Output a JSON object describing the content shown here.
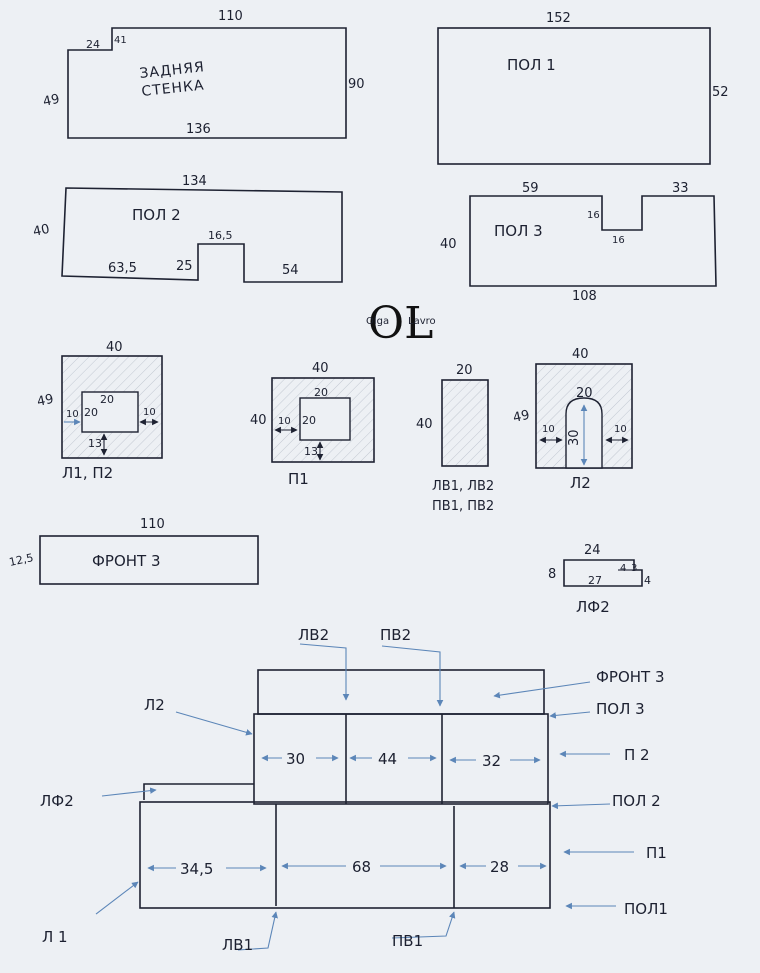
{
  "panels": {
    "back_wall": {
      "name_line1": "ЗАДНЯЯ",
      "name_line2": "СТЕНКА",
      "top": "110",
      "bottom": "136",
      "left": "49",
      "right": "90",
      "notch_w": "24",
      "notch_h": "41"
    },
    "pol1": {
      "name": "ПОЛ 1",
      "top": "152",
      "right": "52"
    },
    "pol2": {
      "name": "ПОЛ 2",
      "top": "134",
      "left": "40",
      "bottom_left": "63,5",
      "cut_h": "25",
      "cut_w": "16,5",
      "bottom_right": "54"
    },
    "pol3": {
      "name": "ПОЛ 3",
      "top_left": "59",
      "top_right": "33",
      "left": "40",
      "cut_h": "16",
      "cut_w": "16",
      "bottom": "108"
    },
    "l1p2": {
      "caption": "Л1, П2",
      "top": "40",
      "left": "49",
      "in_top": "20",
      "in_left": "20",
      "side_l": "10",
      "side_r": "10",
      "bottom": "13"
    },
    "p1": {
      "caption": "П1",
      "top": "40",
      "left": "40",
      "in_top": "20",
      "in_left": "20",
      "side_l": "10",
      "bottom": "13"
    },
    "lv": {
      "caption1": "ЛВ1, ЛВ2",
      "caption2": "ПВ1, ПВ2",
      "top": "20",
      "left": "40"
    },
    "l2": {
      "caption": "Л2",
      "top": "40",
      "left": "49",
      "arch_w": "20",
      "arch_h": "30",
      "side_l": "10",
      "side_r": "10"
    },
    "front3": {
      "name": "ФРОНТ 3",
      "top": "110",
      "left": "12,5"
    },
    "lf2": {
      "caption": "ЛФ2",
      "top": "24",
      "left": "8",
      "inner": "27",
      "step": "4",
      "step_h": "3",
      "right": "4"
    }
  },
  "logo": {
    "monogram": "OL",
    "left_word": "Olga",
    "right_word": "Lavro"
  },
  "assembly": {
    "labels": {
      "lv2": "ЛВ2",
      "pv2": "ПВ2",
      "front3": "ФРОНТ 3",
      "pol3": "ПОЛ 3",
      "l2": "Л2",
      "p2": "П 2",
      "lf2": "ЛФ2",
      "pol2": "ПОЛ 2",
      "p1": "П1",
      "l1": "Л 1",
      "lv1": "ЛВ1",
      "pv1": "ПВ1",
      "pol1": "ПОЛ1"
    },
    "upper_dims": [
      "30",
      "44",
      "32"
    ],
    "lower_dims": [
      "34,5",
      "68",
      "28"
    ]
  }
}
